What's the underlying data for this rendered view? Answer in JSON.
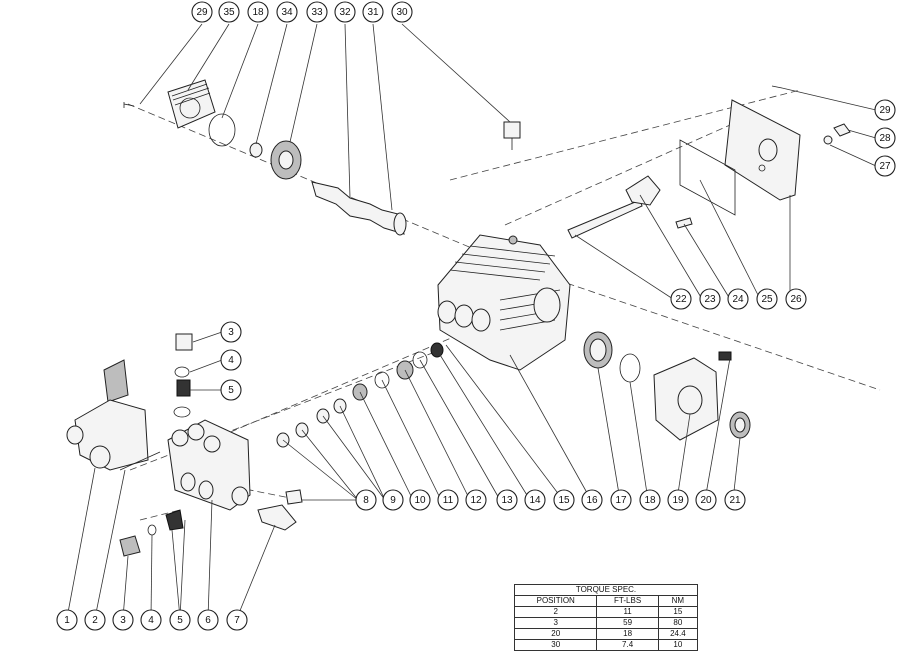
{
  "table": {
    "title": "TORQUE SPEC.",
    "headers": [
      "POSITION",
      "FT-LBS",
      "NM"
    ],
    "rows": [
      [
        "2",
        "11",
        "15"
      ],
      [
        "3",
        "59",
        "80"
      ],
      [
        "20",
        "18",
        "24.4"
      ],
      [
        "30",
        "7.4",
        "10"
      ]
    ]
  },
  "callouts": [
    {
      "label": "29"
    },
    {
      "label": "35"
    },
    {
      "label": "18"
    },
    {
      "label": "34"
    },
    {
      "label": "33"
    },
    {
      "label": "32"
    },
    {
      "label": "31"
    },
    {
      "label": "30"
    },
    {
      "label": "29"
    },
    {
      "label": "28"
    },
    {
      "label": "27"
    },
    {
      "label": "22"
    },
    {
      "label": "23"
    },
    {
      "label": "24"
    },
    {
      "label": "25"
    },
    {
      "label": "26"
    },
    {
      "label": "3"
    },
    {
      "label": "4"
    },
    {
      "label": "5"
    },
    {
      "label": "8"
    },
    {
      "label": "9"
    },
    {
      "label": "10"
    },
    {
      "label": "11"
    },
    {
      "label": "12"
    },
    {
      "label": "13"
    },
    {
      "label": "14"
    },
    {
      "label": "15"
    },
    {
      "label": "16"
    },
    {
      "label": "17"
    },
    {
      "label": "18"
    },
    {
      "label": "19"
    },
    {
      "label": "20"
    },
    {
      "label": "21"
    },
    {
      "label": "1"
    },
    {
      "label": "2"
    },
    {
      "label": "3"
    },
    {
      "label": "4"
    },
    {
      "label": "5"
    },
    {
      "label": "6"
    },
    {
      "label": "7"
    }
  ]
}
